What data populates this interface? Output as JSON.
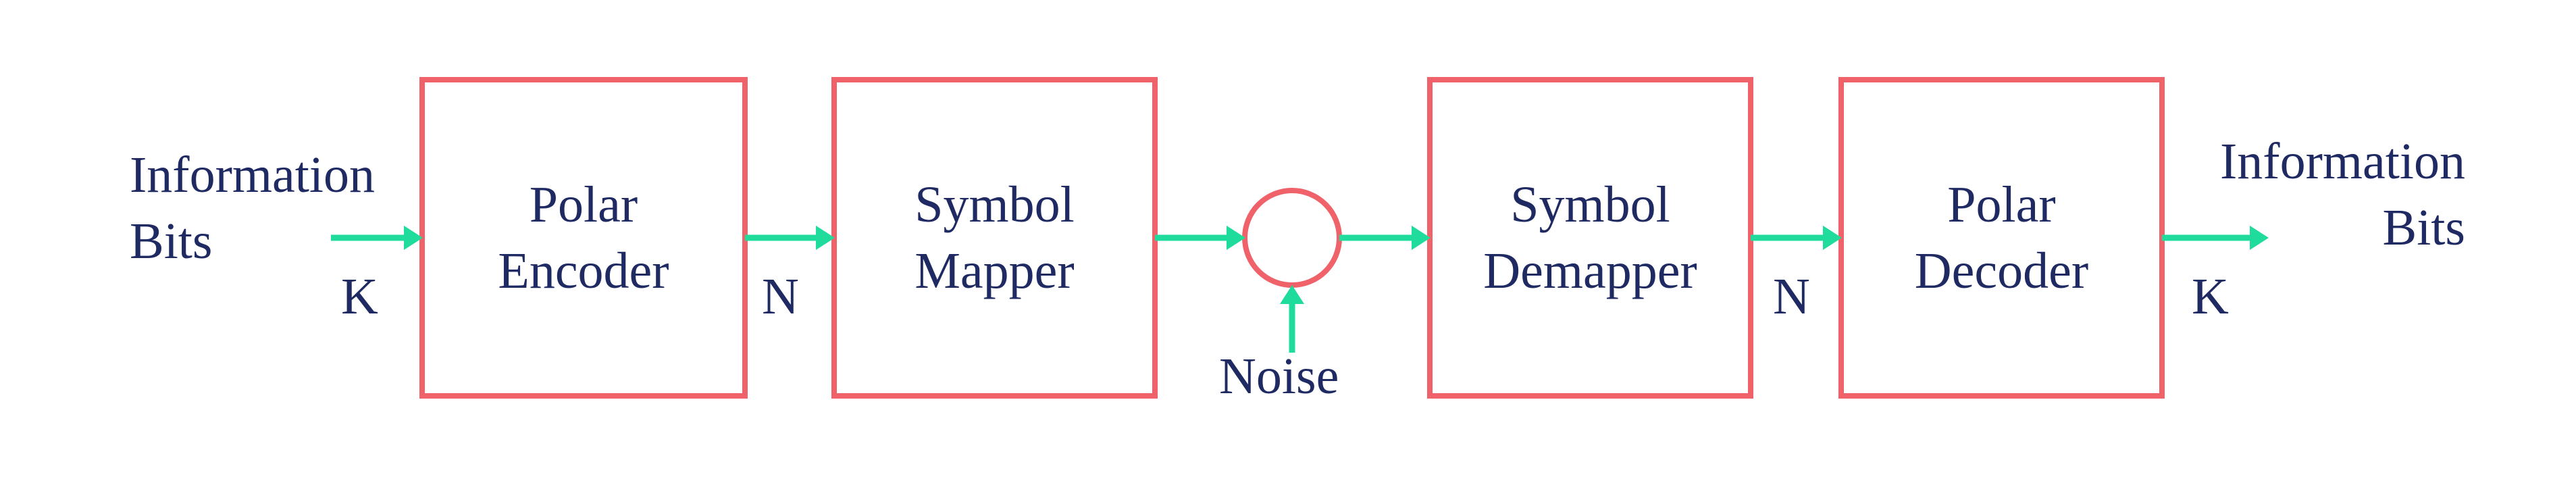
{
  "colors": {
    "block_border": "#f0626a",
    "arrow": "#1fdc9c",
    "text": "#1f2a63"
  },
  "input": {
    "line1": "Information",
    "line2": "Bits"
  },
  "output": {
    "line1": "Information",
    "line2": "Bits"
  },
  "blocks": [
    {
      "line1": "Polar",
      "line2": "Encoder"
    },
    {
      "line1": "Symbol",
      "line2": "Mapper"
    },
    {
      "line1": "Symbol",
      "line2": "Demapper"
    },
    {
      "line1": "Polar",
      "line2": "Decoder"
    }
  ],
  "edge_labels": {
    "k_in": "K",
    "n_1": "N",
    "n_2": "N",
    "k_out": "K"
  },
  "noise": {
    "label": "Noise"
  }
}
